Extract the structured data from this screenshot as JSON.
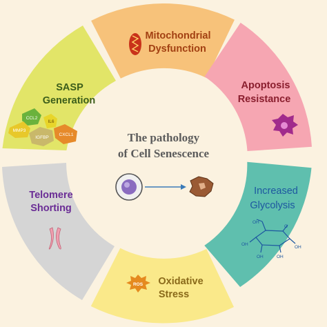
{
  "center": {
    "line1": "The pathology",
    "line2": "of Cell Senescence"
  },
  "segments": {
    "mitochondrial": {
      "line1": "Mitochondrial",
      "line2": "Dysfunction",
      "color": "#f7c27a",
      "text_color": "#a24012"
    },
    "apoptosis": {
      "line1": "Apoptosis",
      "line2": "Resistance",
      "color": "#f6a6b2",
      "text_color": "#8a1e2e"
    },
    "glycolysis": {
      "line1": "Increased",
      "line2": "Glycolysis",
      "color": "#5fbfae",
      "text_color": "#1d57a0"
    },
    "oxidative": {
      "line1": "Oxidative",
      "line2": "Stress",
      "color": "#fae98a",
      "text_color": "#8a6a1a"
    },
    "telomere": {
      "line1": "Telomere",
      "line2": "Shorting",
      "color": "#d5d5d5",
      "text_color": "#6a2c95"
    },
    "sasp": {
      "line1": "SASP",
      "line2": "Generation",
      "color": "#e2e568",
      "text_color": "#3b5d1a"
    }
  },
  "sasp_factors": {
    "ccl2": "CCL2",
    "il6": "IL6",
    "mmp3": "MMP3",
    "igfbp": "IGFBP",
    "cxcl1": "CXCL1"
  },
  "ros_label": "ROS",
  "glucose_labels": {
    "oh1": "OH",
    "oh2": "OH",
    "oh3": "OH",
    "oh4": "OH",
    "oh5": "OH",
    "o": "O"
  }
}
